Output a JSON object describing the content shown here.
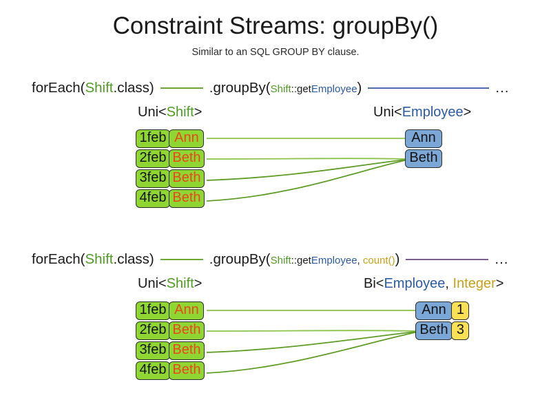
{
  "header": {
    "title": "Constraint Streams: groupBy()",
    "subtitle": "Similar to an SQL GROUP BY clause."
  },
  "colors": {
    "green_fill": "#8fd633",
    "green_stroke": "#2e2e2e",
    "blue_fill": "#7ba7d7",
    "yellow_fill": "#fae055",
    "orange_text": "#e8481c",
    "token_green": "#4f9c22",
    "token_blue": "#2b5aa8",
    "token_gold": "#c79f18",
    "wire_green": "#6aa832",
    "wire_blue": "#4a6fae",
    "wire_purple": "#7a5f8e"
  },
  "sections": [
    {
      "id": "groupby-key-only",
      "code": {
        "for_each_prefix": "forEach(",
        "for_each_type": "Shift",
        "for_each_suffix": ".class)",
        "group_by_prefix": ".groupBy(",
        "mapper_type": "Shift",
        "mapper_sep": "::get",
        "mapper_prop": "Employee",
        "group_by_suffix": ")",
        "tail_ellipsis": "...",
        "connector_left_color": "#6aa832",
        "connector_right_color": "#4a6fae"
      },
      "left_label": {
        "generic": "Uni<",
        "type": "Shift",
        "close": ">"
      },
      "right_label": {
        "generic": "Uni<",
        "type": "Employee",
        "close": ">"
      },
      "left_facts": [
        {
          "date": "1feb",
          "name": "Ann"
        },
        {
          "date": "2feb",
          "name": "Beth"
        },
        {
          "date": "3feb",
          "name": "Beth"
        },
        {
          "date": "4feb",
          "name": "Beth"
        }
      ],
      "right_facts": [
        {
          "name": "Ann"
        },
        {
          "name": "Beth"
        }
      ]
    },
    {
      "id": "groupby-key-count",
      "code": {
        "for_each_prefix": "forEach(",
        "for_each_type": "Shift",
        "for_each_suffix": ".class)",
        "group_by_prefix": ".groupBy(",
        "mapper_type": "Shift",
        "mapper_sep": "::get",
        "mapper_prop": "Employee",
        "mapper_comma": ", ",
        "collector": "count()",
        "group_by_suffix": ")",
        "tail_ellipsis": "...",
        "connector_left_color": "#6aa832",
        "connector_right_color": "#7a5f8e"
      },
      "left_label": {
        "generic": "Uni<",
        "type": "Shift",
        "close": ">"
      },
      "right_label": {
        "generic": "Bi<",
        "type": "Employee",
        "comma": ", ",
        "type2": "Integer",
        "close": ">"
      },
      "left_facts": [
        {
          "date": "1feb",
          "name": "Ann"
        },
        {
          "date": "2feb",
          "name": "Beth"
        },
        {
          "date": "3feb",
          "name": "Beth"
        },
        {
          "date": "4feb",
          "name": "Beth"
        }
      ],
      "right_facts": [
        {
          "name": "Ann",
          "count": "1"
        },
        {
          "name": "Beth",
          "count": "3"
        }
      ]
    }
  ]
}
